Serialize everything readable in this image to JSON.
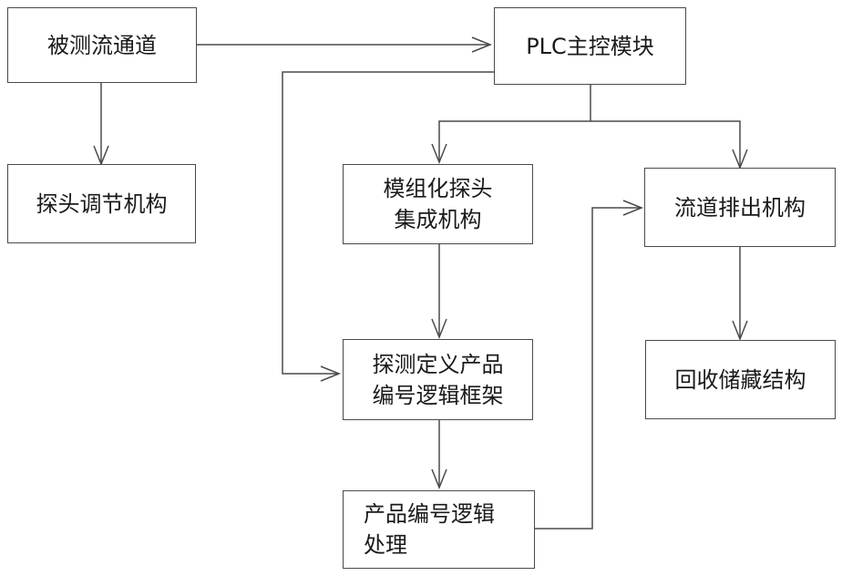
{
  "nodes": {
    "channel": {
      "lines": [
        "被测流通道"
      ]
    },
    "plc": {
      "lines": [
        "PLC主控模块"
      ]
    },
    "probe_adjust": {
      "lines": [
        "探头调节机构"
      ]
    },
    "modular_probe": {
      "lines": [
        "模组化探头",
        "集成机构"
      ]
    },
    "discharge": {
      "lines": [
        "流道排出机构"
      ]
    },
    "framework": {
      "lines": [
        "探测定义产品",
        "编号逻辑框架"
      ]
    },
    "recycle": {
      "lines": [
        "回收储藏结构"
      ]
    },
    "processing": {
      "lines": [
        "产品编号逻辑",
        "处理"
      ]
    }
  },
  "colors": {
    "stroke": "#4a4a4a",
    "text": "#1a1a1a",
    "background": "#ffffff"
  }
}
